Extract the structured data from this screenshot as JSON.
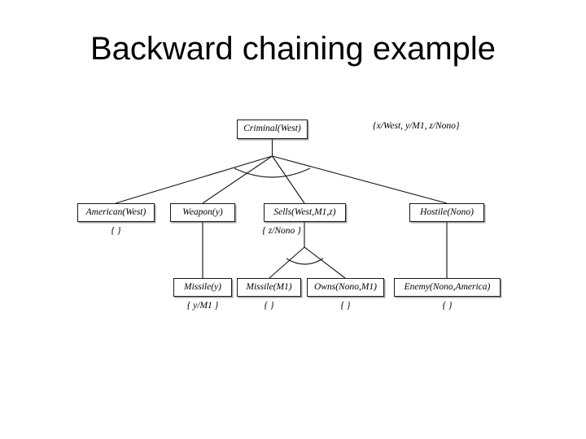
{
  "slide": {
    "title": "Backward chaining example",
    "background_color": "#ffffff",
    "text_color": "#000000",
    "line_color": "#1a1a1a"
  },
  "diagram": {
    "type": "and-or-proof-tree",
    "top_binding": "{x/West, y/M1, z/Nono}",
    "nodes": [
      {
        "id": "criminal",
        "label": "Criminal(West)",
        "substitution": ""
      },
      {
        "id": "american",
        "label": "American(West)",
        "substitution": "{ }"
      },
      {
        "id": "weapon",
        "label": "Weapon(y)",
        "substitution": ""
      },
      {
        "id": "sells",
        "label": "Sells(West,M1,z)",
        "substitution": "{ z/Nono }"
      },
      {
        "id": "hostile",
        "label": "Hostile(Nono)",
        "substitution": ""
      },
      {
        "id": "missile_y",
        "label": "Missile(y)",
        "substitution": "{ y/M1 }"
      },
      {
        "id": "missile_m1",
        "label": "Missile(M1)",
        "substitution": "{ }"
      },
      {
        "id": "owns",
        "label": "Owns(Nono,M1)",
        "substitution": "{ }"
      },
      {
        "id": "enemy",
        "label": "Enemy(Nono,America)",
        "substitution": "{ }"
      }
    ]
  }
}
